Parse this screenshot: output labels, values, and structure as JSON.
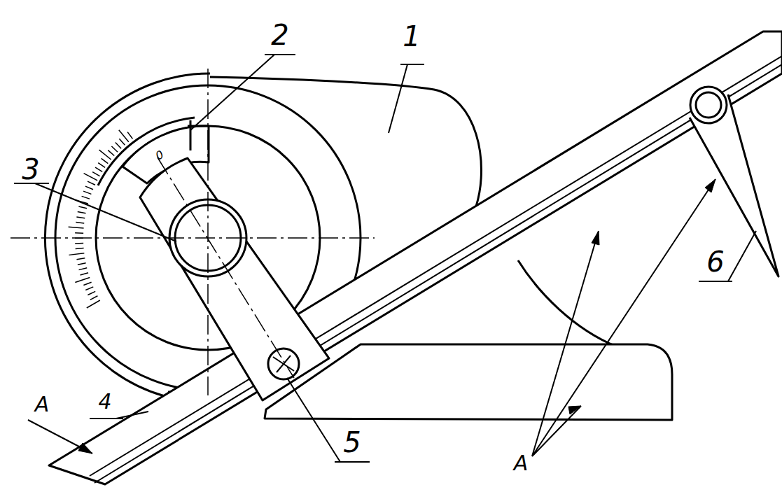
{
  "diagram": {
    "labels": [
      "2",
      "1",
      "3",
      "0",
      "6",
      "A",
      "4",
      "5",
      "A"
    ]
  }
}
